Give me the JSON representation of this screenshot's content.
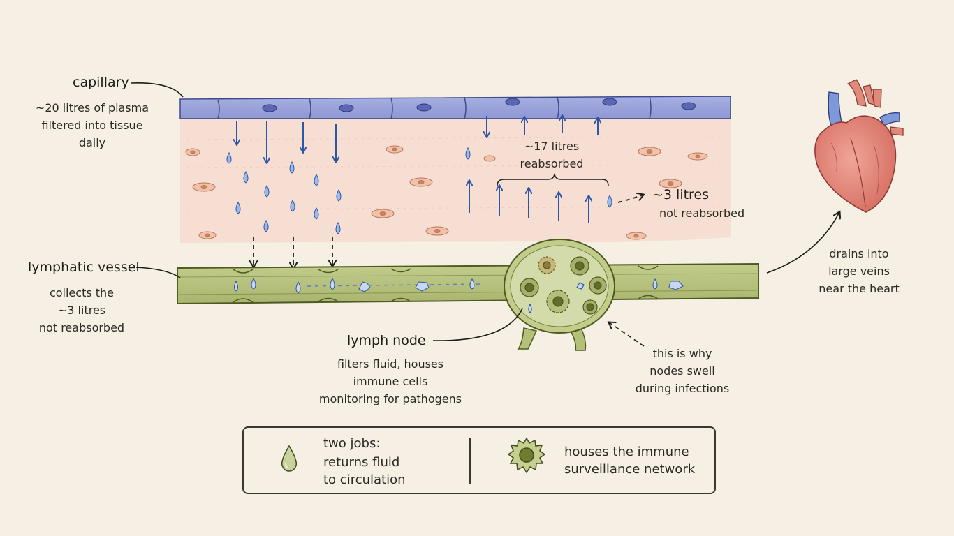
{
  "labels": {
    "capillary": "capillary",
    "capillary_note": [
      "~20 litres of plasma",
      "filtered into tissue",
      "daily"
    ],
    "reabsorbed_note": [
      "~17 litres",
      "reabsorbed"
    ],
    "not_reabsorbed_title": "~3 litres",
    "not_reabsorbed_note": "not reabsorbed",
    "lymphatic_vessel": "lymphatic vessel",
    "lymphatic_note": [
      "collects the",
      "~3 litres",
      "not reabsorbed"
    ],
    "drains_note": [
      "drains into",
      "large veins",
      "near the heart"
    ],
    "lymph_node": "lymph node",
    "lymph_node_note": [
      "filters fluid, houses",
      "immune cells",
      "monitoring for pathogens"
    ],
    "swell_note": [
      "this is why",
      "nodes swell",
      "during infections"
    ]
  },
  "summary_box": {
    "heading": "two jobs:",
    "job1": [
      "returns fluid",
      "to circulation"
    ],
    "job2": [
      "houses the immune",
      "surveillance network"
    ]
  },
  "colors": {
    "capillary": "#9aa3d8",
    "capillary_dark": "#3f4a8c",
    "tissue": "#f6d9cc",
    "lymph": "#b7c27e",
    "lymph_dark": "#5d6a2e",
    "arrow": "#2f55a6",
    "drop": "#6f9ad6",
    "heart": "#e08a7c",
    "heart_vessel": "#7e99d8"
  },
  "icons": [
    "fluid-drop-icon",
    "immune-cell-icon",
    "heart-icon"
  ]
}
